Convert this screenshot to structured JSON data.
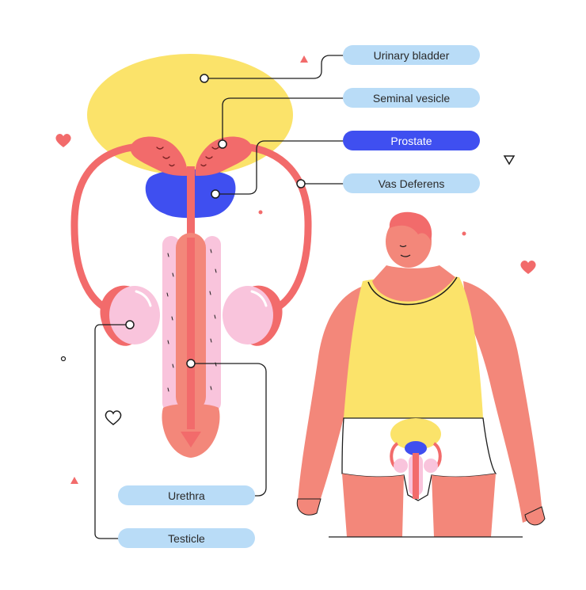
{
  "labels": {
    "urinary_bladder": "Urinary bladder",
    "seminal_vesicle": "Seminal vesicle",
    "prostate": "Prostate",
    "vas_deferens": "Vas Deferens",
    "urethra": "Urethra",
    "testicle": "Testicle"
  },
  "colors": {
    "bladder": "#fbe36a",
    "prostate": "#3f4ff0",
    "organ": "#f26b6b",
    "testicle": "#f9c4dc",
    "skin": "#f3877a",
    "shirt": "#fbe36a",
    "label_bg": "#b9dcf7",
    "label_active_bg": "#3f4ff0",
    "line": "#1d1d1d"
  },
  "highlighted_label": "prostate"
}
